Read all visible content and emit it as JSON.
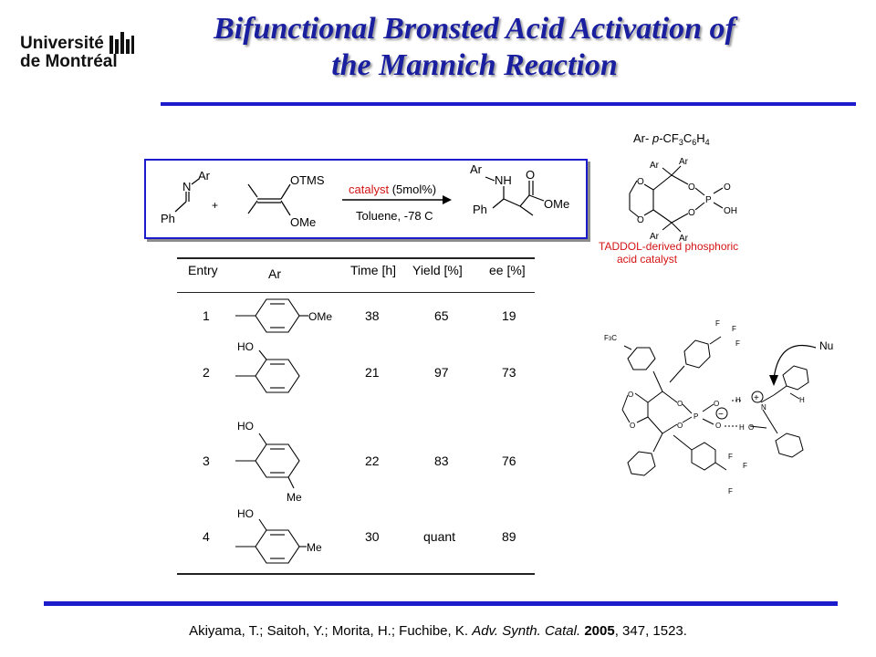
{
  "logo": {
    "line1": "Université",
    "line2": "de Montréal"
  },
  "title": {
    "line1": "Bifunctional Bronsted Acid Activation of",
    "line2": "the Mannich Reaction"
  },
  "reaction": {
    "imine_N": "N",
    "imine_Ar": "Ar",
    "imine_Ph": "Ph",
    "plus": "+",
    "otms": "OTMS",
    "ome": "OMe",
    "catalyst_red": "catalyst",
    "catalyst_black": "(5mol%)",
    "conditions": "Toluene, -78 C",
    "prod_Ar": "Ar",
    "prod_NH": "NH",
    "prod_Ph": "Ph",
    "prod_O": "O",
    "prod_OMe": "OMe"
  },
  "catalyst": {
    "ar_def_prefix": "Ar- ",
    "ar_def_p": "p",
    "ar_def_rest": "-CF",
    "ar_def_3": "3",
    "ar_def_C": "C",
    "ar_def_6": "6",
    "ar_def_H": "H",
    "ar_def_4": "4",
    "ar": "Ar",
    "O": "O",
    "P": "P",
    "OH": "OH",
    "label_line1": "TADDOL-derived phosphoric",
    "label_line2": "acid catalyst"
  },
  "table": {
    "headers": {
      "entry": "Entry",
      "ar": "Ar",
      "time": "Time [h]",
      "yield": "Yield [%]",
      "ee": "ee [%]"
    },
    "rows": [
      {
        "entry": "1",
        "time": "38",
        "yield": "65",
        "ee": "19"
      },
      {
        "entry": "2",
        "time": "21",
        "yield": "97",
        "ee": "73"
      },
      {
        "entry": "3",
        "time": "22",
        "yield": "83",
        "ee": "76"
      },
      {
        "entry": "4",
        "time": "30",
        "yield": "quant",
        "ee": "89"
      }
    ],
    "ar_labels": {
      "ome": "OMe",
      "ho": "HO",
      "me": "Me"
    }
  },
  "ts": {
    "F": "F",
    "F3C": "F",
    "F3C_sub": "3",
    "F3C_C": "C",
    "Nu": "Nu",
    "O": "O",
    "P": "P",
    "H": "H",
    "N": "N",
    "plus": "+",
    "minus": "−"
  },
  "citation": {
    "authors": "Akiyama, T.; Saitoh, Y.; Morita, H.; Fuchibe, K. ",
    "journal": "Adv. Synth. Catal.",
    "year": "2005",
    "rest": ", 347, 1523."
  }
}
